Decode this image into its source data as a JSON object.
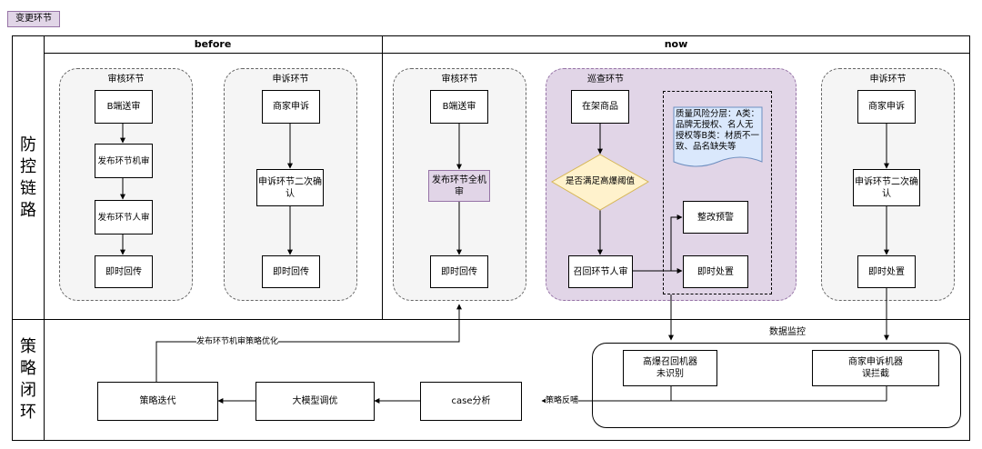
{
  "tag": "变更环节",
  "row_labels": {
    "defense": "防控链路",
    "strategy": "策略闭环"
  },
  "col_heads": {
    "before": "before",
    "now": "now"
  },
  "before": {
    "review": {
      "title": "审核环节",
      "boxes": [
        "B端送审",
        "发布环节机审",
        "发布环节人审",
        "即时回传"
      ]
    },
    "appeal": {
      "title": "申诉环节",
      "boxes": [
        "商家申诉",
        "申诉环节二次确认",
        "即时回传"
      ]
    }
  },
  "now": {
    "review": {
      "title": "审核环节",
      "boxes": [
        "B端送审",
        "发布环节全机审",
        "即时回传"
      ]
    },
    "patrol": {
      "title": "巡查环节",
      "on_sale": "在架商品",
      "decision": "是否满足高爆阈值",
      "recall": "召回环节人审",
      "note": "质量风险分层：A类：品牌无授权、名人无授权等B类：材质不一致、品名缺失等",
      "rectify": "整改预警",
      "handle": "即时处置"
    },
    "appeal": {
      "title": "申诉环节",
      "boxes": [
        "商家申诉",
        "申诉环节二次确认",
        "即时处置"
      ]
    }
  },
  "monitor": {
    "title": "数据监控",
    "box1": "高爆召回机器未识别",
    "box2": "商家申诉机器误拦截"
  },
  "loop": {
    "case": "case分析",
    "llm": "大模型调优",
    "iterate": "策略迭代",
    "feedback_label": "策略反哺",
    "optimize_label": "发布环节机审策略优化"
  }
}
